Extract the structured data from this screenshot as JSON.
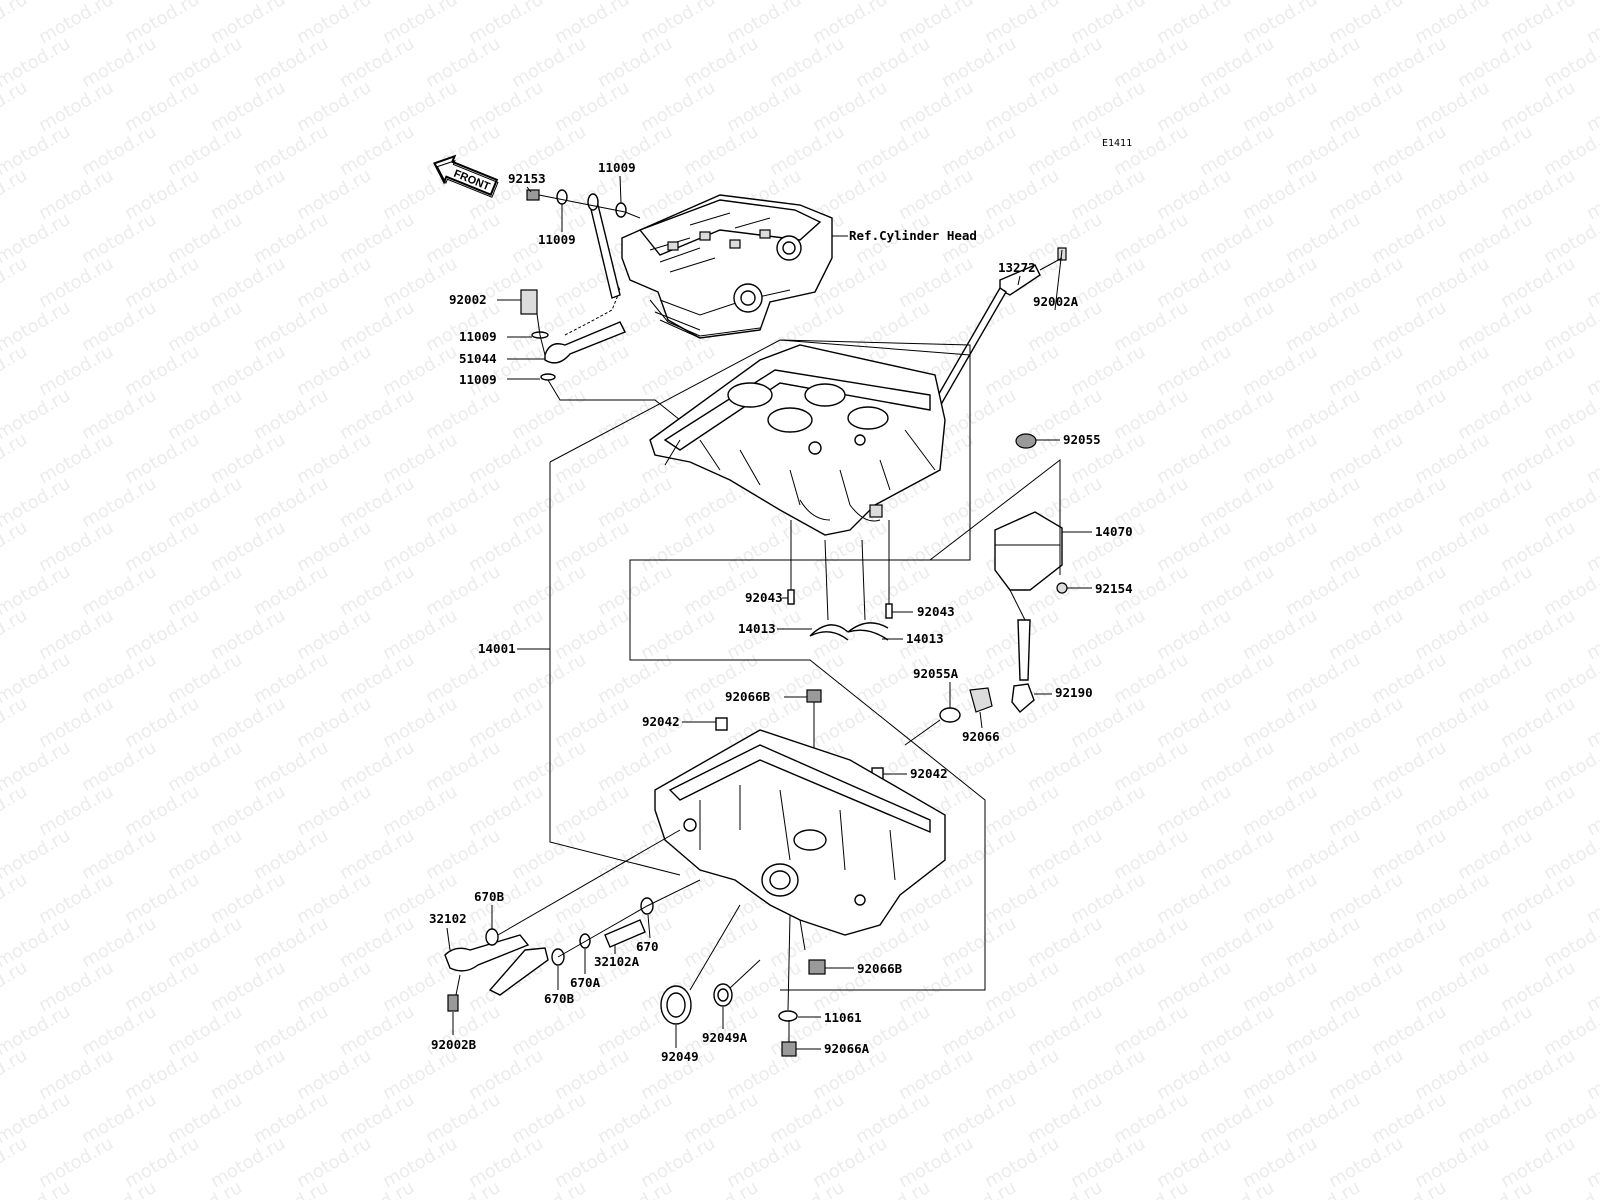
{
  "watermark_text": "motod.ru",
  "diagram_code": "E1411",
  "front_arrow_text": "FRONT",
  "ref_label": "Ref.Cylinder Head",
  "labels": [
    {
      "id": "l1",
      "text": "92153"
    },
    {
      "id": "l2",
      "text": "11009"
    },
    {
      "id": "l3",
      "text": "11009"
    },
    {
      "id": "l4",
      "text": "92002"
    },
    {
      "id": "l5",
      "text": "11009"
    },
    {
      "id": "l6",
      "text": "51044"
    },
    {
      "id": "l7",
      "text": "11009"
    },
    {
      "id": "l8",
      "text": "92002A"
    },
    {
      "id": "l9",
      "text": "13272"
    },
    {
      "id": "l10",
      "text": "92055"
    },
    {
      "id": "l11",
      "text": "14070"
    },
    {
      "id": "l12",
      "text": "92154"
    },
    {
      "id": "l13",
      "text": "92043"
    },
    {
      "id": "l14",
      "text": "92043"
    },
    {
      "id": "l15",
      "text": "14013"
    },
    {
      "id": "l16",
      "text": "14013"
    },
    {
      "id": "l17",
      "text": "14001"
    },
    {
      "id": "l18",
      "text": "92055A"
    },
    {
      "id": "l19",
      "text": "92190"
    },
    {
      "id": "l20",
      "text": "92066B"
    },
    {
      "id": "l21",
      "text": "92066"
    },
    {
      "id": "l22",
      "text": "92042"
    },
    {
      "id": "l23",
      "text": "92042"
    },
    {
      "id": "l24",
      "text": "670B"
    },
    {
      "id": "l25",
      "text": "32102"
    },
    {
      "id": "l26",
      "text": "670"
    },
    {
      "id": "l27",
      "text": "32102A"
    },
    {
      "id": "l28",
      "text": "670A"
    },
    {
      "id": "l29",
      "text": "670B"
    },
    {
      "id": "l30",
      "text": "92066B"
    },
    {
      "id": "l31",
      "text": "92002B"
    },
    {
      "id": "l32",
      "text": "92049"
    },
    {
      "id": "l33",
      "text": "92049A"
    },
    {
      "id": "l34",
      "text": "11061"
    },
    {
      "id": "l35",
      "text": "92066A"
    }
  ]
}
